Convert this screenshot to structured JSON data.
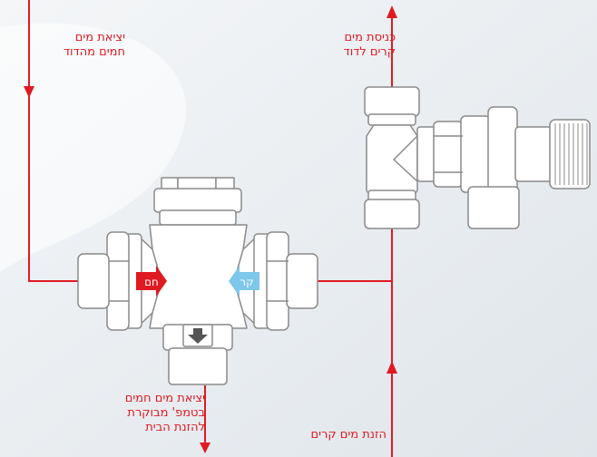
{
  "labels": {
    "hot_out": {
      "line1": "יציאת מים",
      "line2": "חמים מהדוד"
    },
    "cold_in_boiler": {
      "line1": "כניסת מים",
      "line2": "קרים לדוד"
    },
    "mixed_out": {
      "line1": "יציאת מים חמים",
      "line2": "בטמפ' מבוקרת",
      "line3": "להזנת הבית"
    },
    "cold_supply": {
      "line1": "הזנת מים קרים"
    }
  },
  "badges": {
    "hot": "חם",
    "cold": "קר"
  },
  "colors": {
    "pipe_red": "#e01a22",
    "hot_badge": "#e01a22",
    "cold_badge": "#7ec6ea",
    "outlet_arrow": "#555555",
    "valve_outline": "#8a8a8a",
    "background": "#e6ebef"
  }
}
